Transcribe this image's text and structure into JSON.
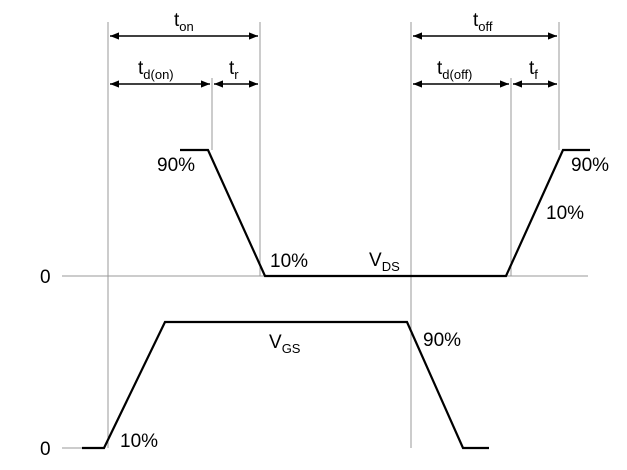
{
  "timing": {
    "t_on": {
      "main": "t",
      "sub": "on"
    },
    "t_off": {
      "main": "t",
      "sub": "off"
    },
    "t_d_on": {
      "main": "t",
      "sub": "d(on)"
    },
    "t_r": {
      "main": "t",
      "sub": "r"
    },
    "t_d_off": {
      "main": "t",
      "sub": "d(off)"
    },
    "t_f": {
      "main": "t",
      "sub": "f"
    }
  },
  "vds": {
    "name": {
      "main": "V",
      "sub": "DS"
    },
    "zero_label": "0",
    "pct_high_left": "90%",
    "pct_low_left": "10%",
    "pct_low_right": "10%",
    "pct_high_right": "90%"
  },
  "vgs": {
    "name": {
      "main": "V",
      "sub": "GS"
    },
    "zero_label": "0",
    "pct_low_left": "10%",
    "pct_high_right": "90%"
  }
}
